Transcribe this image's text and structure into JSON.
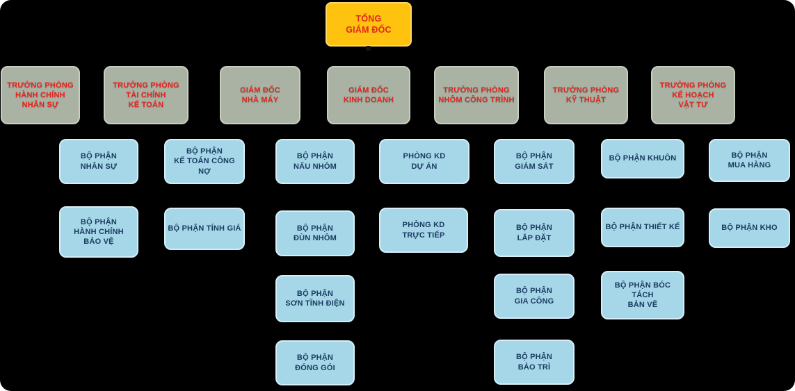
{
  "colors": {
    "background": "#000000",
    "root_fill": "#FFC20E",
    "root_border": "#FFD866",
    "root_text": "#E4251F",
    "dept_fill": "#A9B2A3",
    "dept_border": "#C8CFC0",
    "dept_text": "#E4251F",
    "unit_fill": "#A6D7E8",
    "unit_border": "#D6EEF7",
    "unit_text": "#1A3A61"
  },
  "root": {
    "label": "TỔNG\nGIÁM ĐỐC"
  },
  "departments": [
    {
      "label": "TRƯỞNG PHÒNG\nHÀNH CHÍNH\nNHÂN SỰ",
      "children": [
        {
          "label": "BỘ PHẬN\nNHÂN SỰ"
        },
        {
          "label": "BỘ PHẬN\nHÀNH CHÍNH\nBẢO VỆ"
        }
      ]
    },
    {
      "label": "TRƯỞNG PHÒNG\nTÀI CHÍNH\nKẾ TOÁN",
      "children": [
        {
          "label": "BỘ PHẬN\nKẾ TOÁN CÔNG NỢ"
        },
        {
          "label": "BỘ PHẬN TÍNH GIÁ"
        }
      ]
    },
    {
      "label": "GIÁM ĐỐC\nNHÀ MÁY",
      "children": [
        {
          "label": "BỘ PHẬN\nNẤU NHÔM"
        },
        {
          "label": "BỘ PHẬN\nĐÙN NHÔM"
        },
        {
          "label": "BỘ PHẬN\nSƠN TĨNH ĐIỆN"
        },
        {
          "label": "BỘ PHẬN\nĐÓNG GÓI"
        }
      ]
    },
    {
      "label": "GIÁM ĐỐC\nKINH DOANH",
      "children": [
        {
          "label": "PHÒNG KD\nDỰ ÁN"
        },
        {
          "label": "PHÒNG KD\nTRỰC TIẾP"
        }
      ]
    },
    {
      "label": "TRƯỞNG PHÒNG\nNHÔM CÔNG TRÌNH",
      "children": [
        {
          "label": "BỘ PHẬN\nGIÁM SÁT"
        },
        {
          "label": "BỘ PHẬN\nLẮP ĐẶT"
        },
        {
          "label": "BỘ PHẬN\nGIA CÔNG"
        },
        {
          "label": "BỘ PHẬN\nBẢO TRÌ"
        }
      ]
    },
    {
      "label": "TRƯỞNG PHÒNG\nKỸ THUẬT",
      "children": [
        {
          "label": "BỘ PHẬN KHUÔN"
        },
        {
          "label": "BỘ PHẬN THIẾT KẾ"
        },
        {
          "label": "BỘ PHẬN BÓC TÁCH\nBẢN VẼ"
        }
      ]
    },
    {
      "label": "TRƯỞNG PHÒNG\nKẾ HOẠCH\nVẬT TƯ",
      "children": [
        {
          "label": "BỘ PHẬN\nMUA HÀNG"
        },
        {
          "label": "BỘ PHẬN KHO"
        }
      ]
    }
  ]
}
